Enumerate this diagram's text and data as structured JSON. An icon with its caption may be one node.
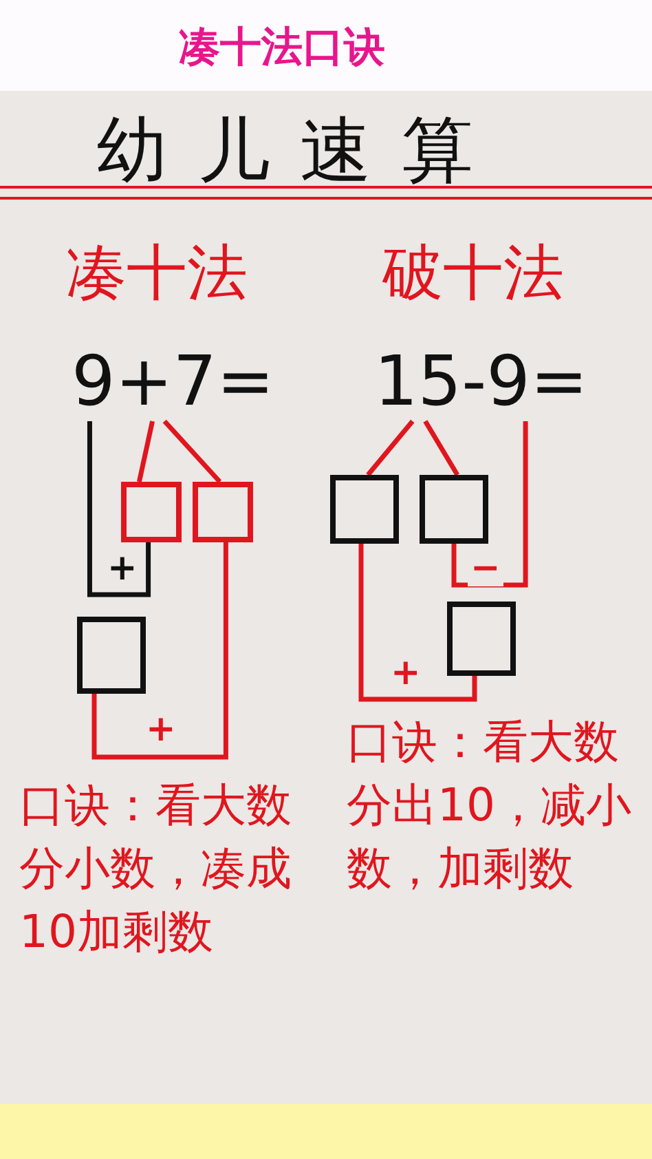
{
  "diagram": {
    "title": "凑十法口诀",
    "nodes": [
      {
        "text": [
          "9+7="
        ]
      },
      {
        "text": [],
        "shape": "box"
      },
      {
        "text": [],
        "shape": "box"
      },
      {
        "text": [],
        "shape": "box"
      },
      {
        "text": [
          "15-9="
        ]
      },
      {
        "text": [],
        "shape": "box"
      },
      {
        "text": [],
        "shape": "box"
      },
      {
        "text": [],
        "shape": "box"
      }
    ],
    "edges": [
      {
        "from": 0,
        "to": 1,
        "arrow": "none"
      },
      {
        "from": 0,
        "to": 2,
        "arrow": "none"
      },
      {
        "from": 0,
        "to": 1,
        "arrow": "none",
        "label": "+",
        "color": "#111111"
      },
      {
        "from": 2,
        "to": 3,
        "arrow": "none",
        "label": "+"
      },
      {
        "from": 4,
        "to": 5,
        "arrow": "none"
      },
      {
        "from": 4,
        "to": 6,
        "arrow": "none"
      },
      {
        "from": 6,
        "to": 4,
        "arrow": "none",
        "label": "−"
      },
      {
        "from": 5,
        "to": 7,
        "arrow": "none",
        "label": "+"
      }
    ],
    "labels": [
      "幼儿速算",
      "凑十法",
      "破十法",
      "口诀：看大数分小数，凑成10加剩数",
      "口诀：看大数分出10，减小数，加剩数"
    ]
  }
}
